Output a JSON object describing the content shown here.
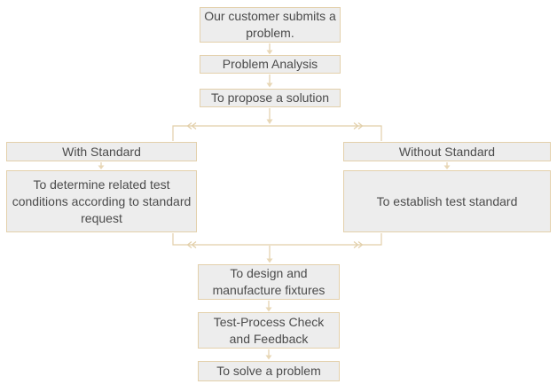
{
  "diagram": {
    "type": "flowchart",
    "colors": {
      "box_fill": "#ededed",
      "box_border": "#e3d0ab",
      "connector_line": "#e2cfa9",
      "arrow": "#e8d7b6",
      "text": "#4b4b4b",
      "background": "#ffffff"
    },
    "nodes": {
      "customer_submits": {
        "label": "Our customer submits a problem."
      },
      "problem_analysis": {
        "label": "Problem Analysis"
      },
      "propose_solution": {
        "label": "To propose a solution"
      },
      "with_standard": {
        "label": "With Standard"
      },
      "determine_conditions": {
        "label": "To determine related test conditions according to standard request"
      },
      "without_standard": {
        "label": "Without Standard"
      },
      "establish_standard": {
        "label": "To establish test standard"
      },
      "design_fixtures": {
        "label": "To design and manufacture fixtures"
      },
      "process_check": {
        "label": "Test-Process Check and Feedback"
      },
      "solve_problem": {
        "label": "To solve a problem"
      }
    },
    "edges": [
      {
        "from": "customer_submits",
        "to": "problem_analysis"
      },
      {
        "from": "problem_analysis",
        "to": "propose_solution"
      },
      {
        "from": "propose_solution",
        "to": "with_standard"
      },
      {
        "from": "propose_solution",
        "to": "without_standard"
      },
      {
        "from": "with_standard",
        "to": "determine_conditions"
      },
      {
        "from": "without_standard",
        "to": "establish_standard"
      },
      {
        "from": "determine_conditions",
        "to": "design_fixtures"
      },
      {
        "from": "establish_standard",
        "to": "design_fixtures"
      },
      {
        "from": "design_fixtures",
        "to": "process_check"
      },
      {
        "from": "process_check",
        "to": "solve_problem"
      }
    ]
  }
}
